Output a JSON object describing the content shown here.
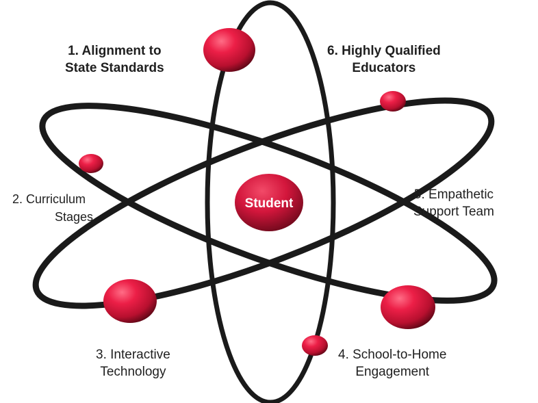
{
  "diagram": {
    "center": {
      "label": "Student"
    },
    "components": [
      {
        "line1": "1. Alignment to",
        "line2": "State Standards"
      },
      {
        "line1": "2. Curriculum",
        "line2": "Stages"
      },
      {
        "line1": "3.  Interactive",
        "line2": "Technology"
      },
      {
        "line1": "4. School-to-Home",
        "line2": "Engagement"
      },
      {
        "line1": "5. Empathetic",
        "line2": "Support Team"
      },
      {
        "line1": "6. Highly Qualified",
        "line2": "Educators"
      }
    ]
  },
  "colors": {
    "orbit": "#1a1a1a",
    "electron": "#e8173f",
    "electron_dark": "#7a0c20",
    "text": "#1f1f1f"
  }
}
